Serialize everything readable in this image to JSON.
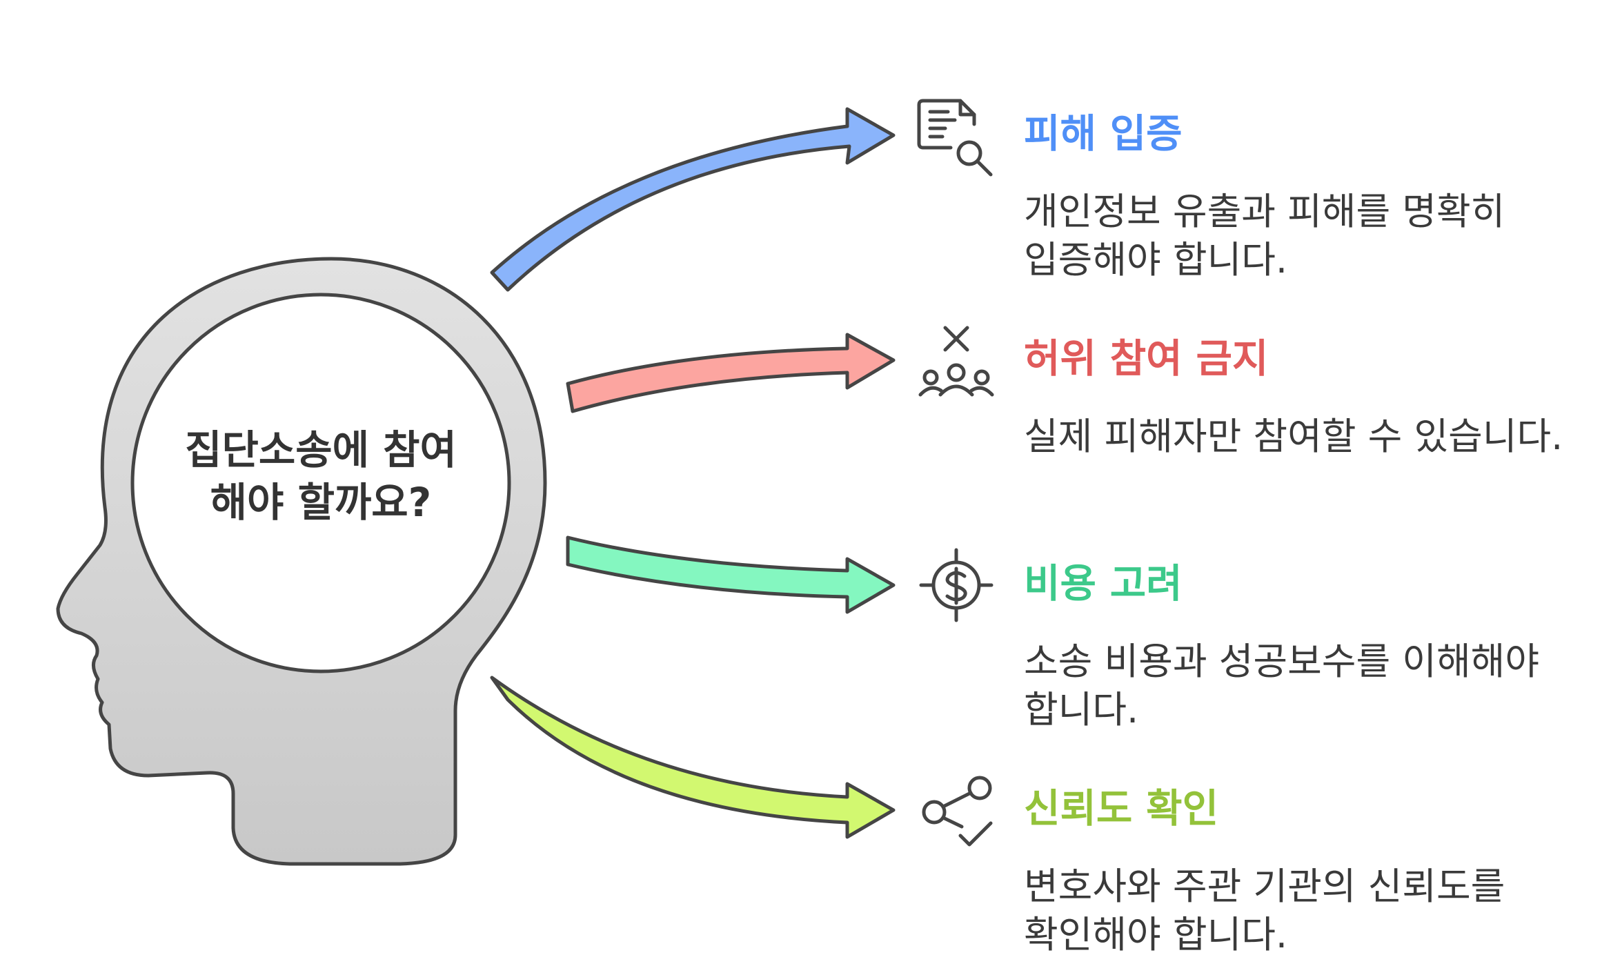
{
  "center": {
    "lines": [
      "집단소송에 참여",
      "해야 할까요?"
    ]
  },
  "items": [
    {
      "title": "피해 입증",
      "description": "개인정보 유출과 피해를 명확히 입증해야 합니다.",
      "icon": "document-search-icon",
      "color": "#4f8ff7",
      "arrow_color": "#8ab4fb"
    },
    {
      "title": "허위 참여 금지",
      "description": "실제 피해자만 참여할 수 있습니다.",
      "icon": "people-x-icon",
      "color": "#e05a5a",
      "arrow_color": "#fca5a0"
    },
    {
      "title": "비용 고려",
      "description": "소송 비용과 성공보수를 이해해야 합니다.",
      "icon": "dollar-target-icon",
      "color": "#3cc98a",
      "arrow_color": "#84f7c0"
    },
    {
      "title": "신뢰도 확인",
      "description": "변호사와 주관 기관의 신뢰도를 확인해야 합니다.",
      "icon": "share-check-icon",
      "color": "#93c23a",
      "arrow_color": "#d2f870"
    }
  ]
}
